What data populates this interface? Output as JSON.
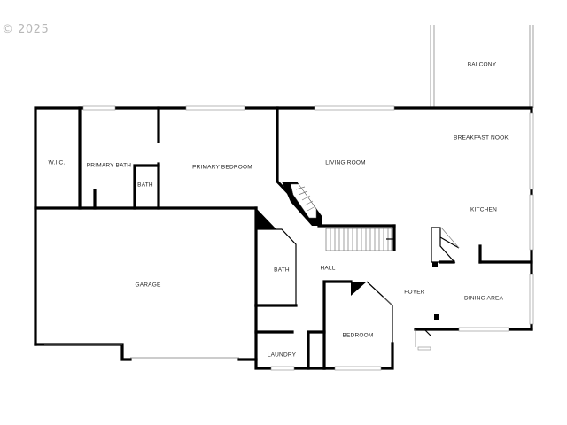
{
  "watermark": {
    "text": "© 2025"
  },
  "rooms": {
    "balcony": "BALCONY",
    "breakfast_nook": "BREAKFAST NOOK",
    "wic": "W.I.C.",
    "primary_bath": "PRIMARY BATH",
    "primary_bedroom": "PRIMARY BEDROOM",
    "living_room": "LIVING ROOM",
    "bath_small": "BATH",
    "kitchen": "KITCHEN",
    "garage": "GARAGE",
    "bath": "BATH",
    "hall": "HALL",
    "foyer": "FOYER",
    "dining_area": "DINING AREA",
    "bedroom": "BEDROOM",
    "laundry": "LAUNDRY"
  },
  "colors": {
    "wall": "#000000",
    "window": "#888888",
    "background": "#ffffff"
  }
}
